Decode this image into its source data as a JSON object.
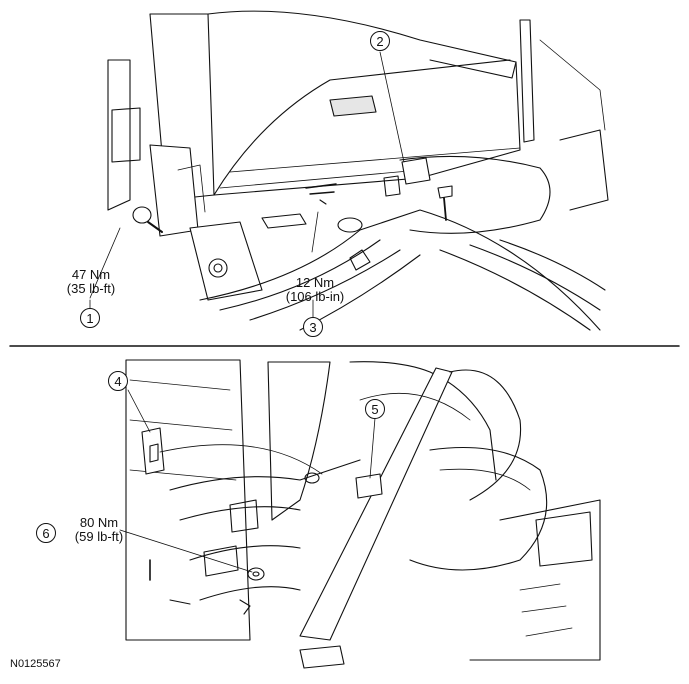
{
  "callouts": [
    "1",
    "2",
    "3",
    "4",
    "5",
    "6"
  ],
  "torque": {
    "t1": [
      "47 Nm",
      "(35 lb-ft)"
    ],
    "t3": [
      "12 Nm",
      "(106 lb-in)"
    ],
    "t6": [
      "80 Nm",
      "(59 lb-ft)"
    ]
  },
  "figure_id": "N0125567",
  "colors": {
    "line": "#111111",
    "background": "#ffffff"
  }
}
